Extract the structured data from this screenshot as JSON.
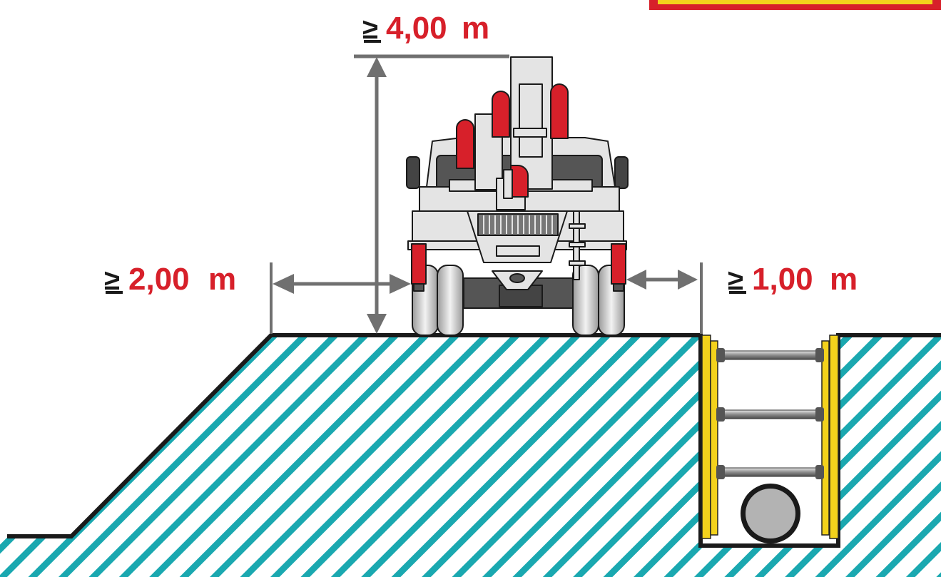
{
  "labels": {
    "height": {
      "symbol": "≥",
      "value": "4,00",
      "unit": "m"
    },
    "slope": {
      "symbol": "≥",
      "value": "2,00",
      "unit": "m"
    },
    "trench": {
      "symbol": "≥",
      "value": "1,00",
      "unit": "m"
    }
  },
  "colors": {
    "accent_red": "#d7202a",
    "dimension_gray": "#707070",
    "hatch_teal": "#1aa8b0",
    "shoring_yellow": "#f3d21c",
    "truck_light": "#e4e4e4",
    "ground_line": "#1a1a1a"
  },
  "icons": {
    "vehicle": "crane-truck-icon",
    "pipe": "pipe-icon",
    "shoring": "trench-shoring-icon"
  }
}
